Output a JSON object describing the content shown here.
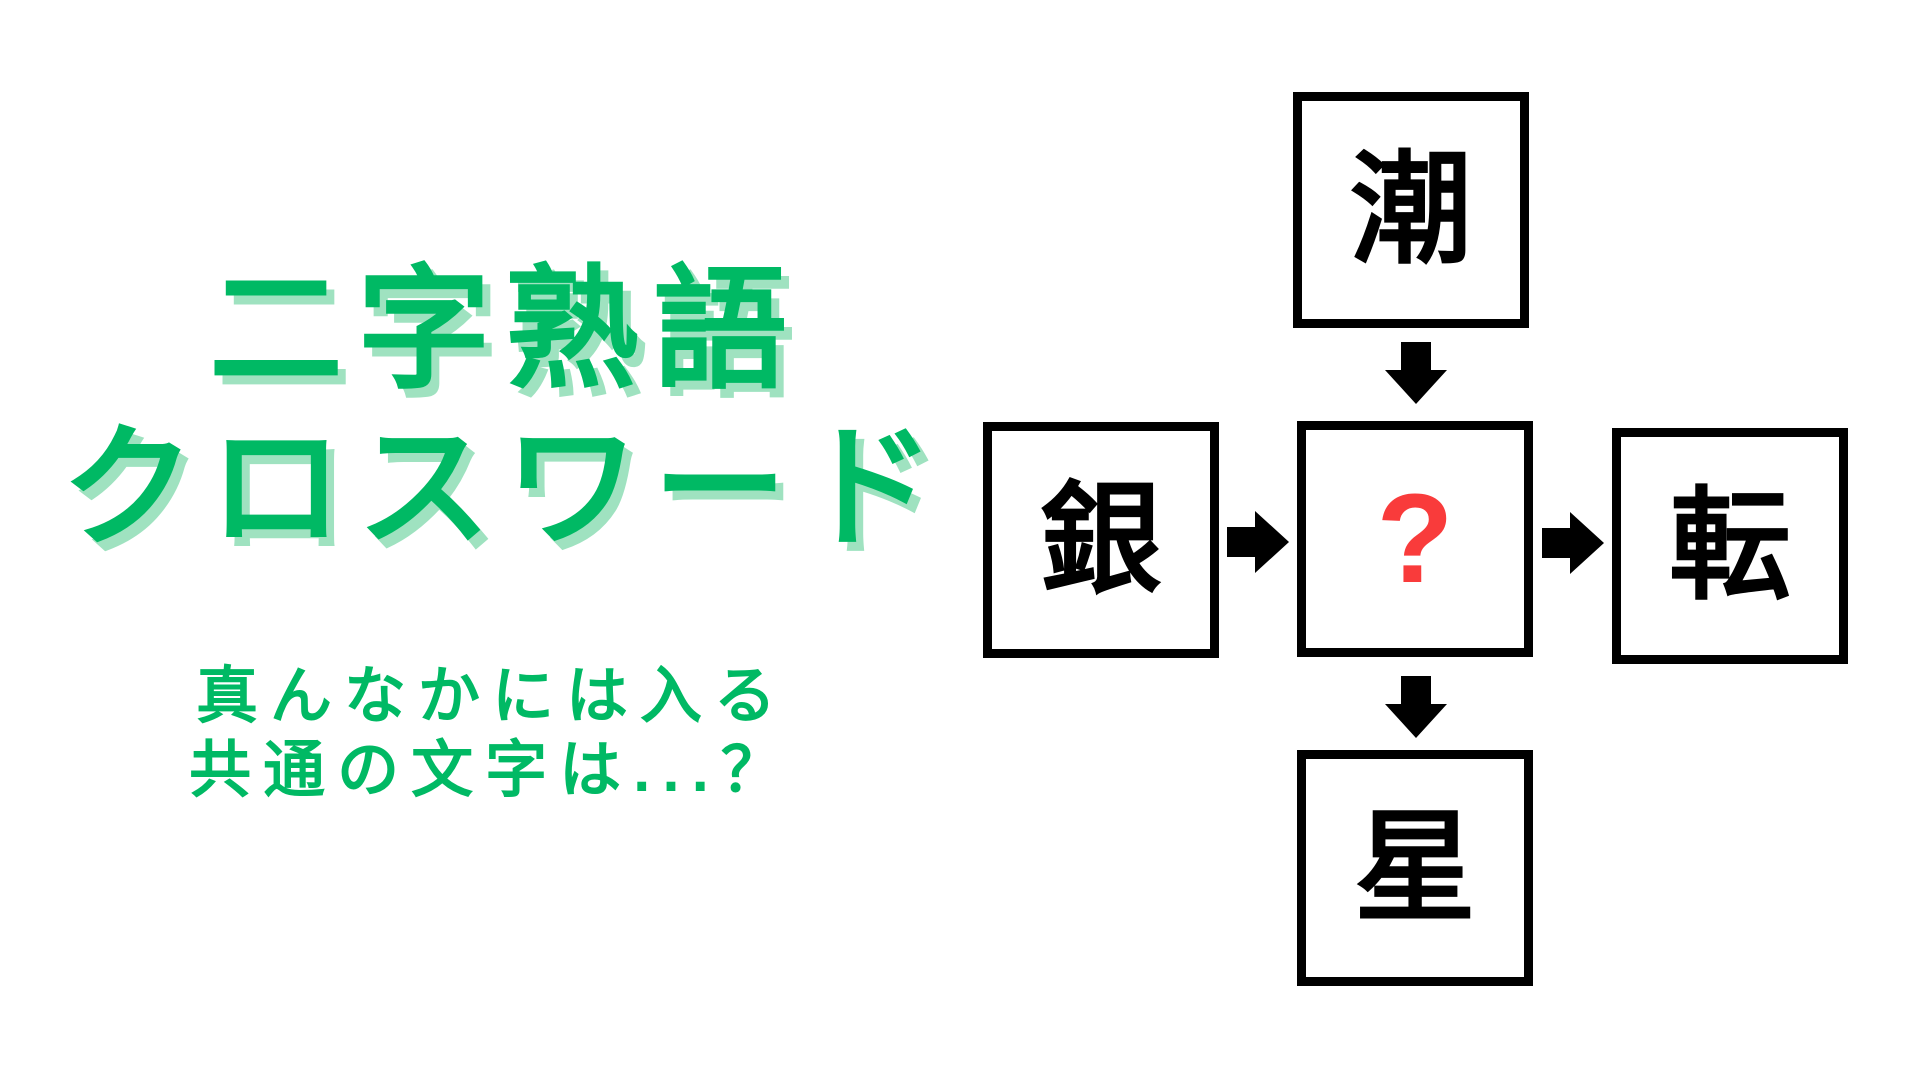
{
  "colors": {
    "background": "#ffffff",
    "accent_green": "#00b964",
    "accent_green_shadow": "#9fe2c0",
    "question_red": "#f93b3b",
    "box_border": "#000000",
    "kanji_black": "#000000"
  },
  "title": {
    "line1": "二字熟語",
    "line2": "クロスワード"
  },
  "subtitle": {
    "line1": "真んなかには入る",
    "line2": "共通の文字は...？"
  },
  "puzzle": {
    "top_char": "潮",
    "left_char": "銀",
    "center_char": "?",
    "right_char": "転",
    "bottom_char": "星",
    "arrows": [
      {
        "icon": "arrow-down-icon",
        "from": "top",
        "to": "center"
      },
      {
        "icon": "arrow-right-icon",
        "from": "left",
        "to": "center"
      },
      {
        "icon": "arrow-right-icon",
        "from": "center",
        "to": "right"
      },
      {
        "icon": "arrow-down-icon",
        "from": "center",
        "to": "bottom"
      }
    ]
  }
}
